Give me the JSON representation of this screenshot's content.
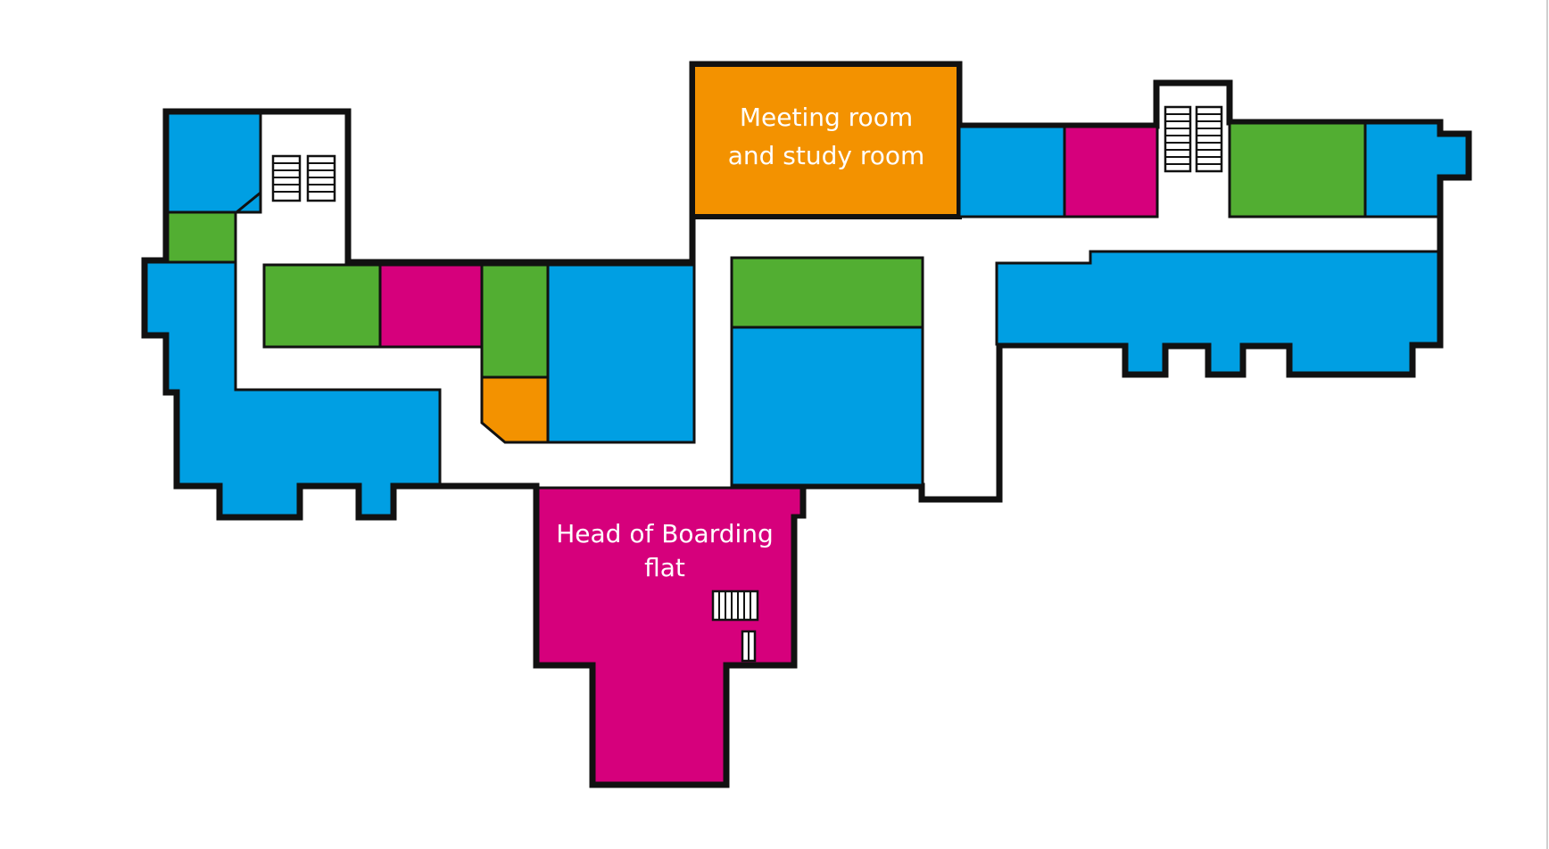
{
  "colors": {
    "background": "#ffffff",
    "corridor": "#ffffff",
    "outline": "#111111",
    "blue": "#009fe3",
    "green": "#52ae32",
    "magenta": "#d6007c",
    "orange": "#f39200"
  },
  "labels": {
    "meeting_room_line1": "Meeting room",
    "meeting_room_line2": "and study room",
    "head_flat_line1": "Head of Boarding",
    "head_flat_line2": "flat"
  },
  "icons": [
    "stairs-icon"
  ]
}
